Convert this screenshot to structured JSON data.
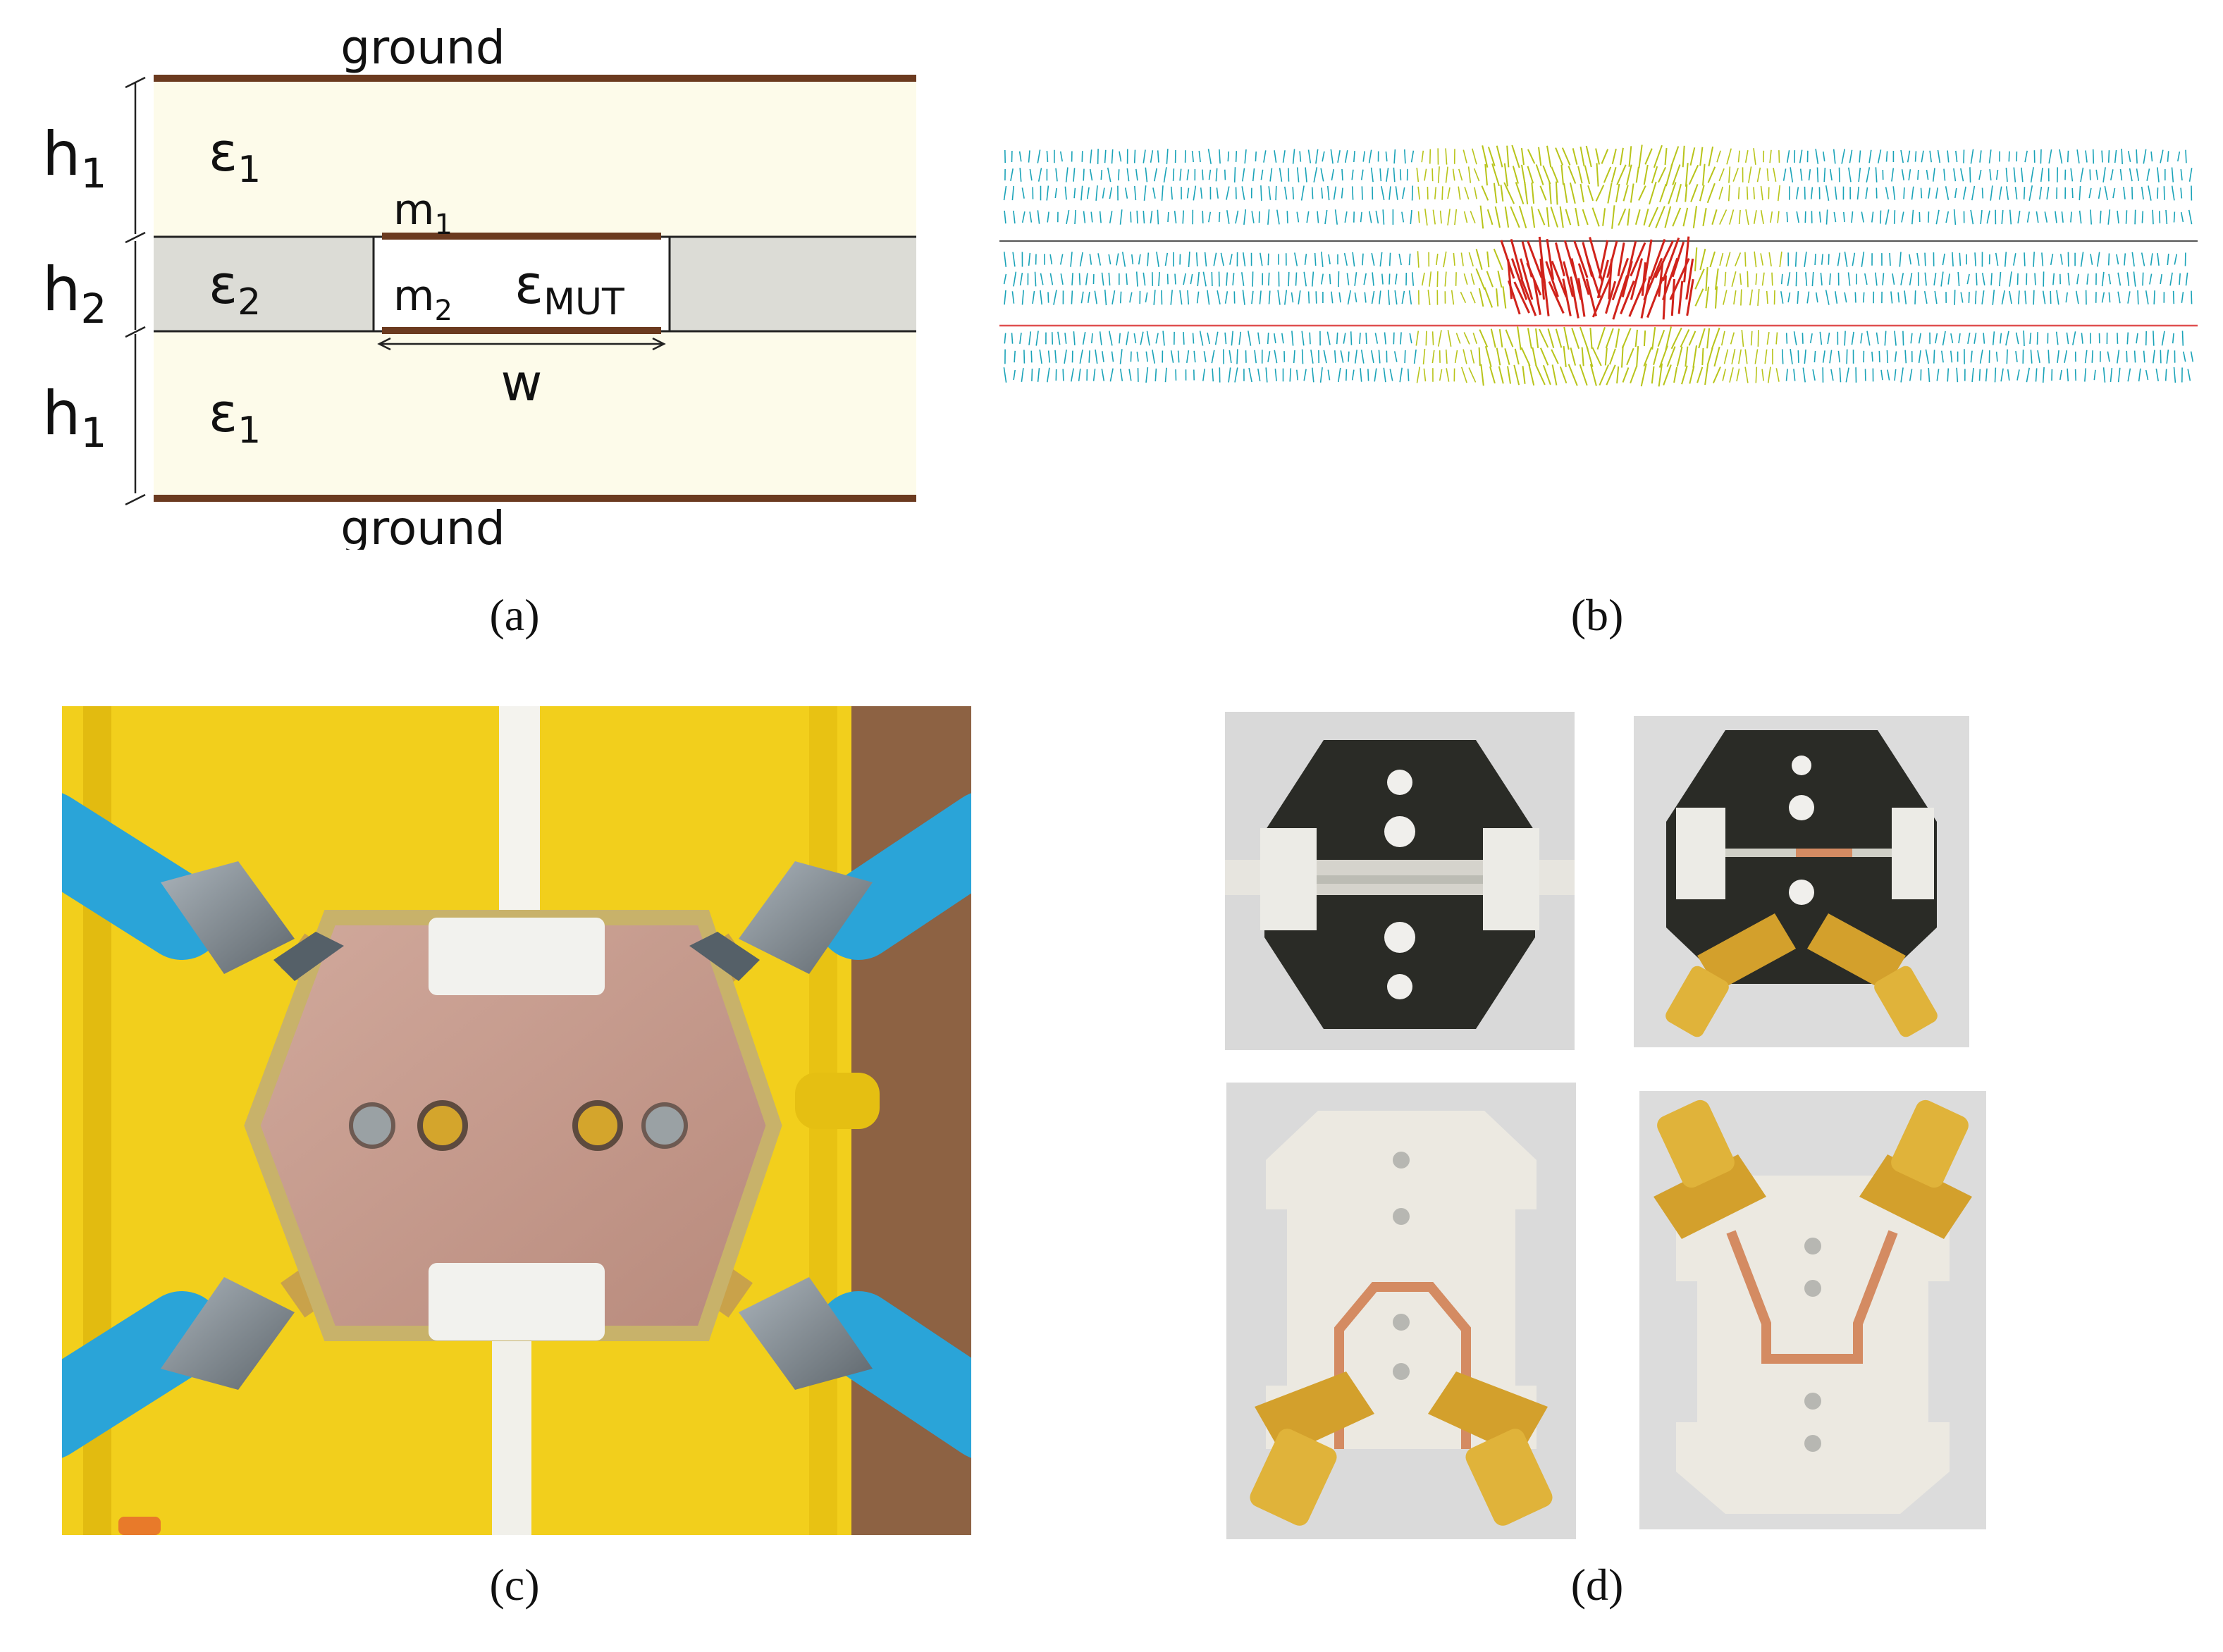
{
  "panel_a": {
    "ground_top": "ground",
    "ground_bottom": "ground",
    "h1_top": "h",
    "h1_top_sub": "1",
    "h2": "h",
    "h2_sub": "2",
    "h1_bottom": "h",
    "h1_bottom_sub": "1",
    "eps1_top": "ε",
    "eps1_top_sub": "1",
    "eps2": "ε",
    "eps2_sub": "2",
    "eps1_bottom": "ε",
    "eps1_bottom_sub": "1",
    "m1": "m",
    "m1_sub": "1",
    "m2": "m",
    "m2_sub": "2",
    "eps_mut": "ε",
    "eps_mut_sub": "MUT",
    "width_label": "w",
    "colors": {
      "substrate": "#fdfbea",
      "gap": "#dcdcd6",
      "metal": "#6b3a1f"
    }
  },
  "panel_b": {
    "colors": {
      "low": "#1aa3b8",
      "mid": "#b8c41a",
      "high": "#d0231b",
      "line_red": "#e05050"
    }
  },
  "panel_c": {
    "colors": {
      "tray": "#f2cf1c",
      "cable": "#2aa4d8",
      "copper": "#c79e92",
      "connector": "#8a939b",
      "ptfe": "#f2f2ee"
    }
  },
  "panel_d": {
    "colors": {
      "fr4": "#2a2b26",
      "white_board": "#ece9e1",
      "trace": "#d48b62",
      "gold": "#d3a02c"
    }
  },
  "captions": {
    "a": "(a)",
    "b": "(b)",
    "c": "(c)",
    "d": "(d)"
  }
}
